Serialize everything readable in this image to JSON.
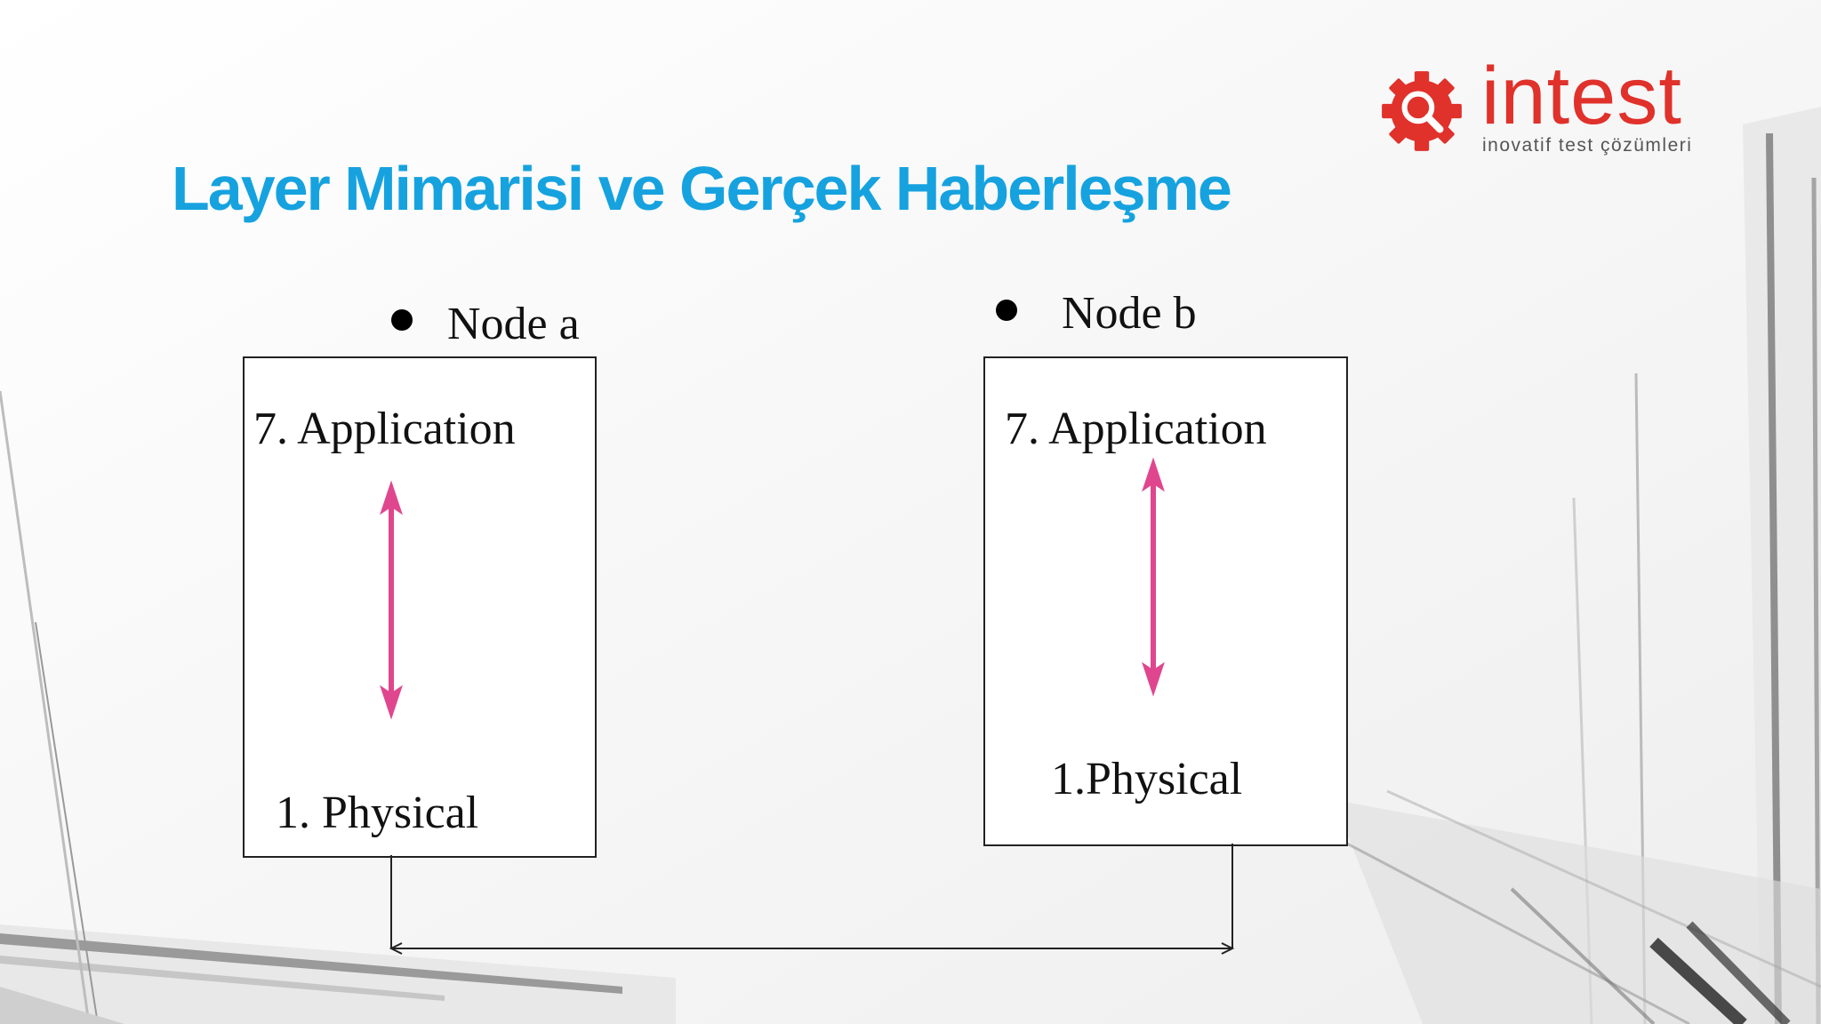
{
  "slide": {
    "title": "Layer Mimarisi ve Gerçek Haberleşme"
  },
  "logo": {
    "word": "intest",
    "tagline": "inovatif test çözümleri",
    "color": "#e0312b"
  },
  "colors": {
    "title": "#16a2df",
    "arrow": "#e0468e",
    "line": "#222222"
  },
  "node_a": {
    "label": "Node a",
    "top_layer": "7. Application",
    "bottom_layer": "1. Physical"
  },
  "node_b": {
    "label": "Node b",
    "top_layer": "7. Application",
    "bottom_layer": "1.Physical"
  }
}
